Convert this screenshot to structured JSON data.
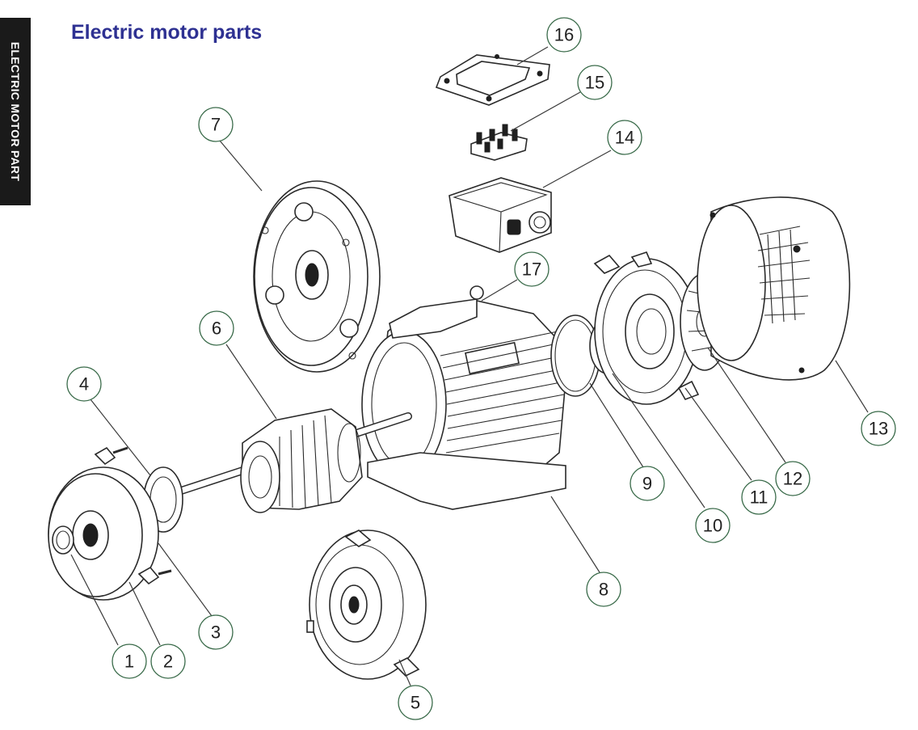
{
  "side_tab": {
    "label": "ELECTRIC MOTOR PART"
  },
  "title": "Electric motor parts",
  "colors": {
    "title": "#2e3192",
    "side_tab_bg": "#1a1a1a",
    "callout_ring": "#3a6b4a",
    "line": "#2a2a2a"
  },
  "callouts": [
    "1",
    "2",
    "3",
    "4",
    "5",
    "6",
    "7",
    "8",
    "9",
    "10",
    "11",
    "12",
    "13",
    "14",
    "15",
    "16",
    "17"
  ]
}
